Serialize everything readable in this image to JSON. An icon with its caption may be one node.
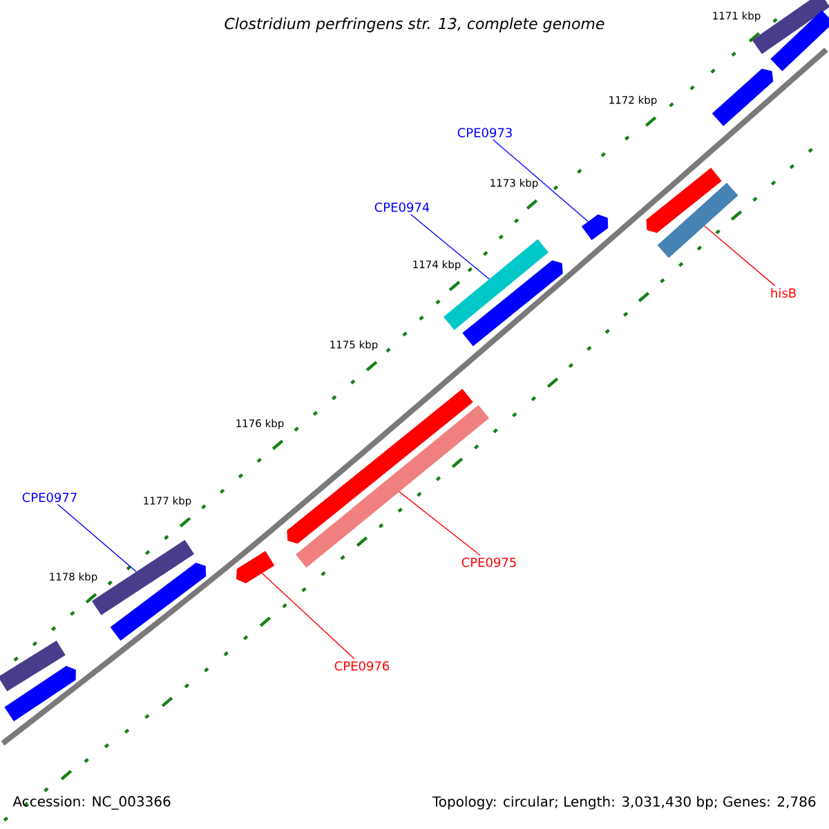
{
  "diagram": {
    "title": "Clostridium perfringens str. 13, complete genome",
    "nodes": [
      {
        "text": [
          "CPE0973"
        ]
      },
      {
        "text": [],
        "shape": "bar"
      },
      {
        "text": [
          "CPE0974"
        ]
      },
      {
        "text": [],
        "shape": "bar"
      },
      {
        "text": [
          "CPE0977"
        ]
      },
      {
        "text": [],
        "shape": "bar"
      },
      {
        "text": [
          "hisB"
        ]
      },
      {
        "text": [],
        "shape": "bar"
      },
      {
        "text": [
          "CPE0975"
        ]
      },
      {
        "text": [],
        "shape": "bar"
      },
      {
        "text": [
          "CPE0976"
        ]
      },
      {
        "text": [],
        "shape": "bar"
      },
      {
        "text": [],
        "shape": "bar"
      },
      {
        "text": [],
        "shape": "bar"
      },
      {
        "text": [],
        "shape": "bar"
      },
      {
        "text": [],
        "shape": "bar"
      },
      {
        "text": [],
        "shape": "bar"
      },
      {
        "text": [],
        "shape": "bar"
      },
      {
        "text": [],
        "shape": "bar"
      },
      {
        "text": [],
        "shape": "bar"
      },
      {
        "text": [],
        "shape": "bar"
      }
    ],
    "edges": [
      {
        "from": 0,
        "to": 1,
        "arrow": "none",
        "color": "#0000ff"
      },
      {
        "from": 2,
        "to": 3,
        "arrow": "none",
        "color": "#0000ff"
      },
      {
        "from": 4,
        "to": 5,
        "arrow": "none",
        "color": "#0000ff"
      },
      {
        "from": 6,
        "to": 7,
        "arrow": "none",
        "color": "#ff0000"
      },
      {
        "from": 8,
        "to": 9,
        "arrow": "none",
        "color": "#ff0000"
      },
      {
        "from": 10,
        "to": 11,
        "arrow": "none",
        "color": "#ff0000"
      }
    ],
    "labels": [
      "1171 kbp",
      "1172 kbp",
      "1173 kbp",
      "1174 kbp",
      "1175 kbp",
      "1176 kbp",
      "1177 kbp",
      "1178 kbp",
      "Accession: NC_003366",
      "Topology: circular; Length: 3,031,430 bp; Genes: 2,786"
    ]
  }
}
